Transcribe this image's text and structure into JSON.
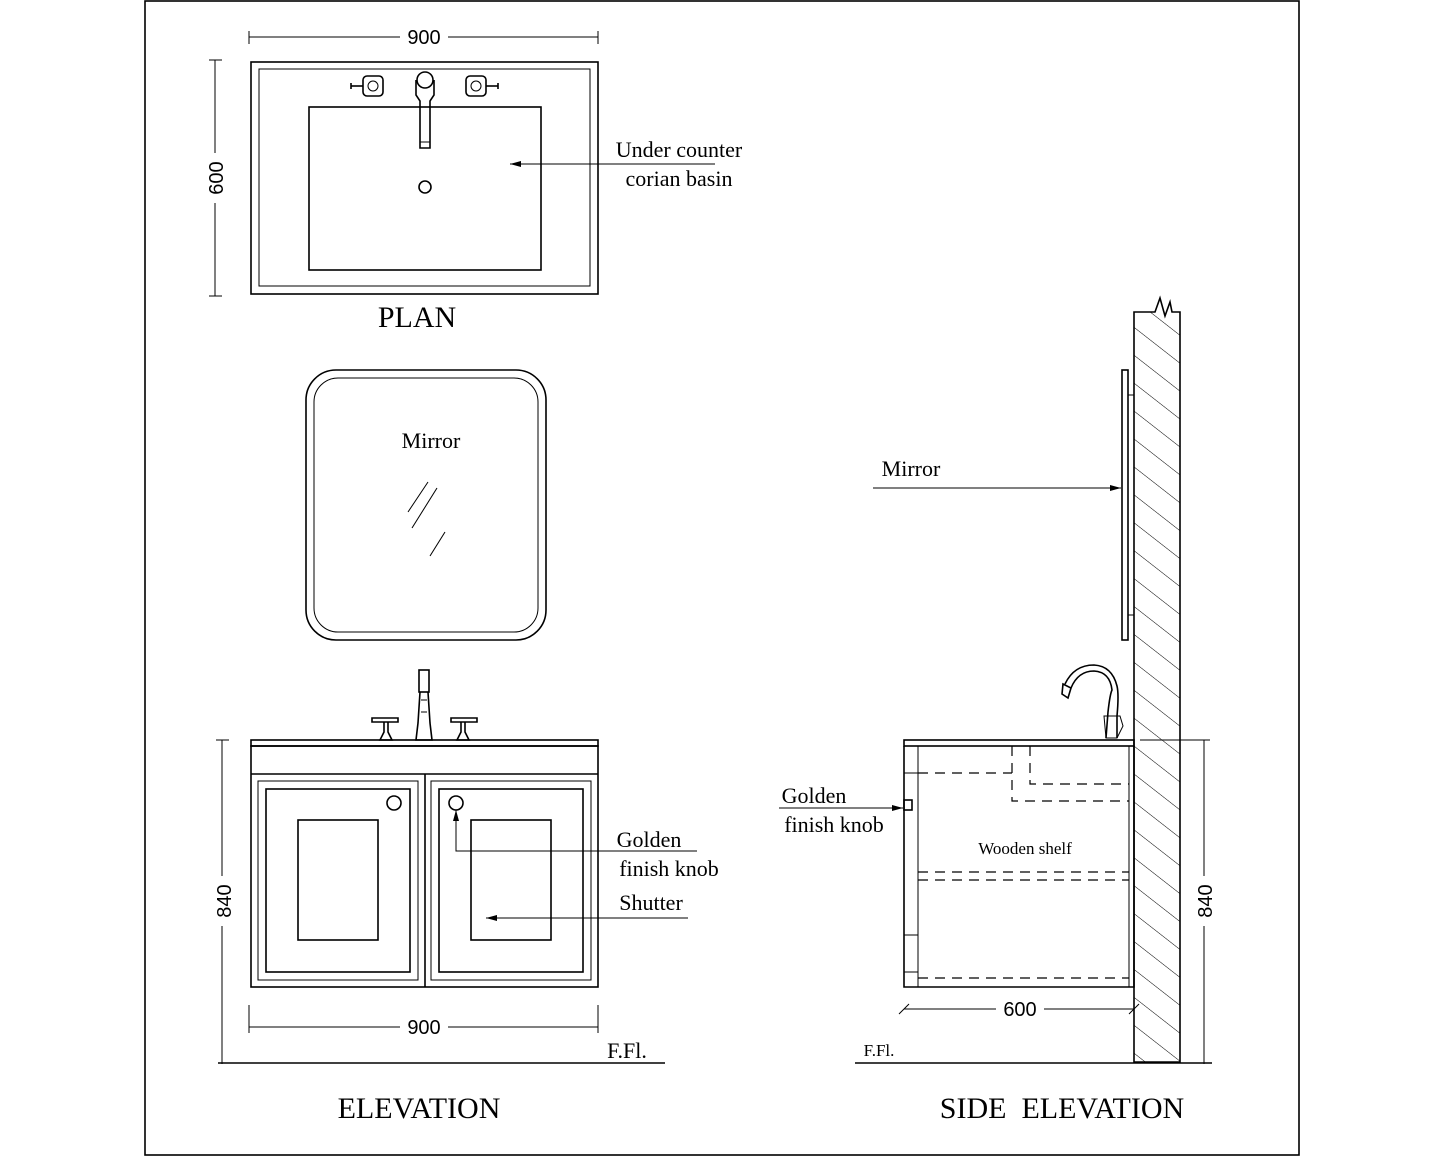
{
  "plan": {
    "title": "PLAN",
    "dim_width": "900",
    "dim_depth": "600",
    "basin_label_line1": "Under counter",
    "basin_label_line2": "corian basin",
    "icons": [
      "tap-handle-icon",
      "faucet-icon",
      "drain-icon"
    ]
  },
  "elevation": {
    "title": "ELEVATION",
    "mirror_label": "Mirror",
    "knob_label_line1": "Golden",
    "knob_label_line2": "finish knob",
    "shutter_label": "Shutter",
    "dim_height": "840",
    "dim_width": "900",
    "floor_label": "F.Fl."
  },
  "side_elevation": {
    "title": "SIDE  ELEVATION",
    "mirror_label": "Mirror",
    "knob_label_line1": "Golden",
    "knob_label_line2": "finish knob",
    "shelf_label": "Wooden shelf",
    "dim_depth": "600",
    "dim_height": "840",
    "floor_label": "F.Fl."
  }
}
